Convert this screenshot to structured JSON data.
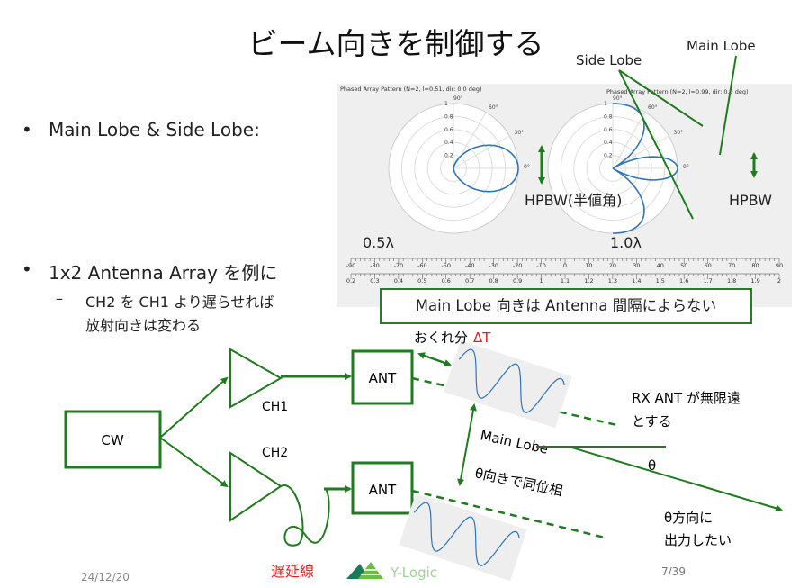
{
  "title": "ビーム向きを制御する",
  "bullets": {
    "b1": "Main Lobe & Side Lobe:",
    "b2": "1x2 Antenna Array を例に",
    "b2_sub1": "CH2 を CH1 より遅らせれば",
    "b2_sub2": "放射向きは変わる",
    "dash": "–",
    "dot": "•"
  },
  "panel": {
    "plot1_title": "Phased Array Pattern (N=2, l=0.51, dir: 0.0 deg)",
    "plot2_title": "Phased Array Pattern (N=2, l=0.99, dir: 0.0 deg)",
    "radial_ticks": [
      "0.2",
      "0.4",
      "0.6",
      "0.8",
      "1"
    ],
    "angle_ticks": [
      "90°",
      "60°",
      "30°",
      "0°"
    ],
    "plot1_spacing": "0.5λ",
    "plot2_spacing": "1.0λ",
    "hpbw1": "HPBW(半値角)",
    "hpbw2": "HPBW",
    "slider_dir_ticks": [
      "-90",
      "-80",
      "-70",
      "-60",
      "-50",
      "-40",
      "-30",
      "-20",
      "-10",
      "0",
      "10",
      "20",
      "30",
      "40",
      "50",
      "60",
      "70",
      "80",
      "90"
    ],
    "slider_len_ticks": [
      "0.2",
      "0.3",
      "0.4",
      "0.5",
      "0.6",
      "0.7",
      "0.8",
      "0.9",
      "1",
      "1.1",
      "1.2",
      "1.3",
      "1.4",
      "1.5",
      "1.6",
      "1.7",
      "1.8",
      "1.9",
      "2"
    ],
    "callout": "Main Lobe 向きは Antenna 間隔によらない"
  },
  "annotations": {
    "side_lobe": "Side Lobe",
    "main_lobe": "Main Lobe"
  },
  "diagram": {
    "cw": "CW",
    "ch1": "CH1",
    "ch2": "CH2",
    "ant1": "ANT",
    "ant2": "ANT",
    "delay_label": "おくれ分",
    "delta_t": "ΔT",
    "rx1": "RX ANT が無限遠",
    "rx2": "とする",
    "ml1": "Main Lobe",
    "ml2": "θ向きで同位相",
    "theta": "θ",
    "out1": "θ方向に",
    "out2": "出力したい",
    "delay_line": "遅延線"
  },
  "footer": {
    "date": "24/12/20",
    "logo": "Y-Logic",
    "page": "7/39"
  },
  "colors": {
    "green": "#1e7b1e",
    "blue": "#2e75b6",
    "red": "#e0201e"
  }
}
